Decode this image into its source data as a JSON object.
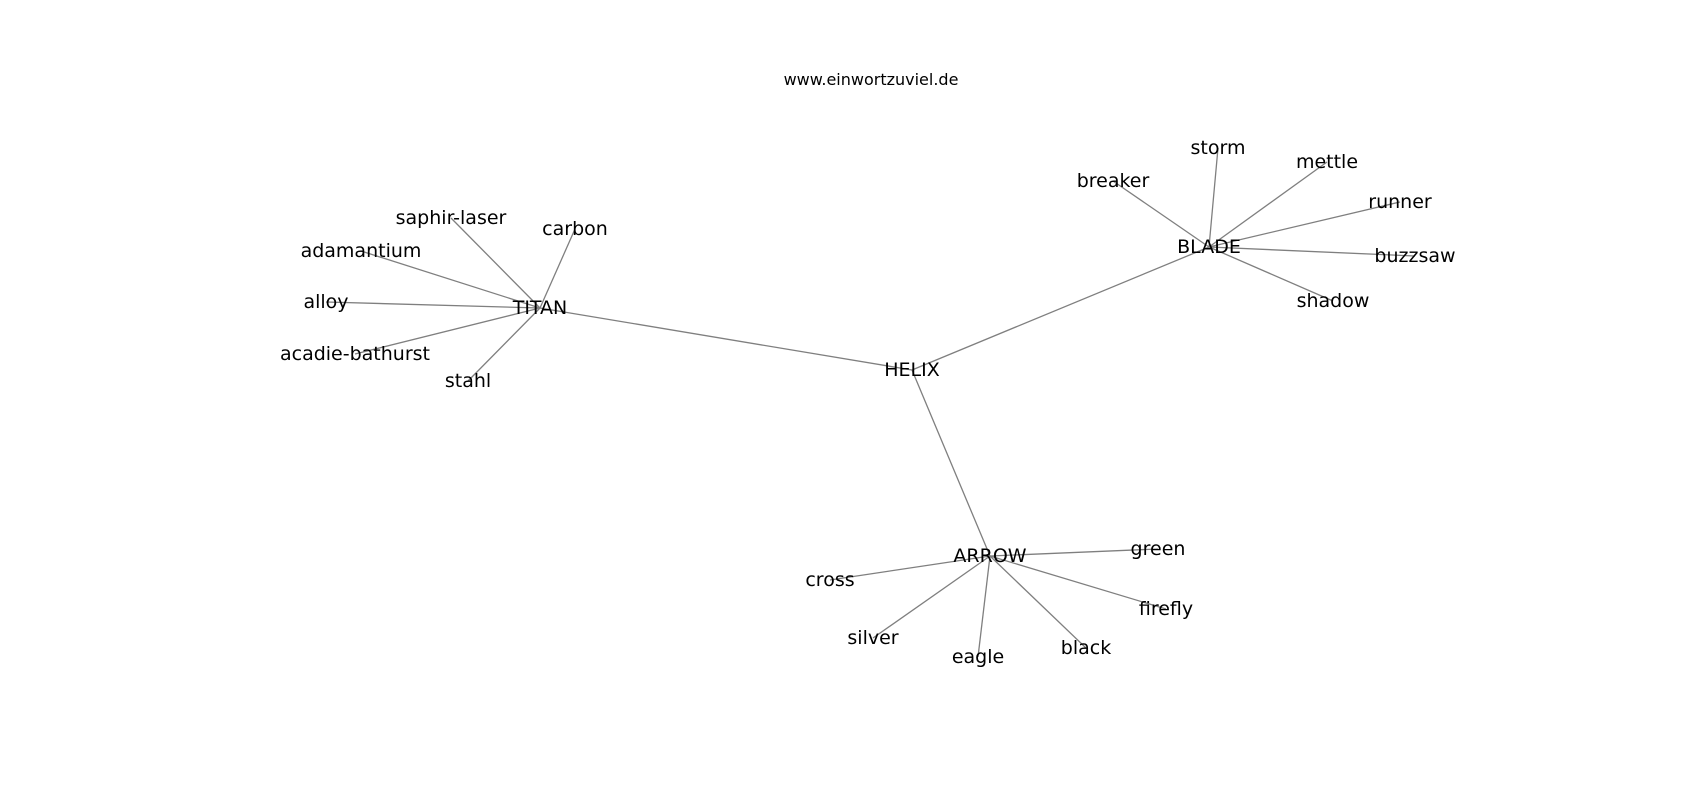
{
  "source": "www.einwortzuviel.de",
  "colors": {
    "edge": "#7f7f7f",
    "text": "#000000",
    "background": "#ffffff"
  },
  "graph": {
    "nodes": [
      {
        "id": "HELIX",
        "label": "HELIX"
      },
      {
        "id": "TITAN",
        "label": "TITAN"
      },
      {
        "id": "BLADE",
        "label": "BLADE"
      },
      {
        "id": "ARROW",
        "label": "ARROW"
      },
      {
        "id": "saphir-laser",
        "label": "saphir-laser"
      },
      {
        "id": "carbon",
        "label": "carbon"
      },
      {
        "id": "adamantium",
        "label": "adamantium"
      },
      {
        "id": "alloy",
        "label": "alloy"
      },
      {
        "id": "acadie-bathurst",
        "label": "acadie-bathurst"
      },
      {
        "id": "stahl",
        "label": "stahl"
      },
      {
        "id": "storm",
        "label": "storm"
      },
      {
        "id": "breaker",
        "label": "breaker"
      },
      {
        "id": "mettle",
        "label": "mettle"
      },
      {
        "id": "runner",
        "label": "runner"
      },
      {
        "id": "buzzsaw",
        "label": "buzzsaw"
      },
      {
        "id": "shadow",
        "label": "shadow"
      },
      {
        "id": "green",
        "label": "green"
      },
      {
        "id": "cross",
        "label": "cross"
      },
      {
        "id": "firefly",
        "label": "firefly"
      },
      {
        "id": "silver",
        "label": "silver"
      },
      {
        "id": "black",
        "label": "black"
      },
      {
        "id": "eagle",
        "label": "eagle"
      }
    ],
    "edges": [
      [
        "HELIX",
        "TITAN"
      ],
      [
        "HELIX",
        "BLADE"
      ],
      [
        "HELIX",
        "ARROW"
      ],
      [
        "TITAN",
        "saphir-laser"
      ],
      [
        "TITAN",
        "carbon"
      ],
      [
        "TITAN",
        "adamantium"
      ],
      [
        "TITAN",
        "alloy"
      ],
      [
        "TITAN",
        "acadie-bathurst"
      ],
      [
        "TITAN",
        "stahl"
      ],
      [
        "BLADE",
        "storm"
      ],
      [
        "BLADE",
        "breaker"
      ],
      [
        "BLADE",
        "mettle"
      ],
      [
        "BLADE",
        "runner"
      ],
      [
        "BLADE",
        "buzzsaw"
      ],
      [
        "BLADE",
        "shadow"
      ],
      [
        "ARROW",
        "green"
      ],
      [
        "ARROW",
        "cross"
      ],
      [
        "ARROW",
        "firefly"
      ],
      [
        "ARROW",
        "silver"
      ],
      [
        "ARROW",
        "black"
      ],
      [
        "ARROW",
        "eagle"
      ]
    ]
  }
}
